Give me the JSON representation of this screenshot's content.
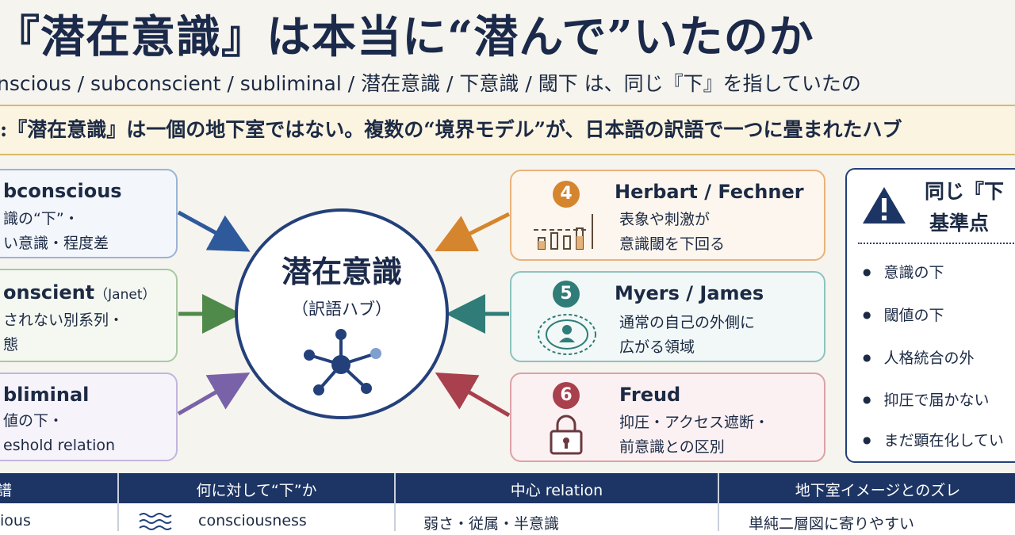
{
  "title": "『潜在意識』は本当に“潜んで”いたのか",
  "subtitle": "nscious / subconscient / subliminal / 潜在意識 / 下意識 / 閾下 は、同じ『下』を指していたの",
  "banner": ":『潜在意識』は一個の地下室ではない。複数の“境界モデル”が、日本語の訳語で一つに畳まれたハブ",
  "hub": {
    "title": "潜在意識",
    "subtitle": "（訳語ハブ）"
  },
  "left_cards": [
    {
      "title": "bconscious",
      "title_note": "",
      "desc": "識の“下”・\nい意識・程度差",
      "color": "#2e5a9c"
    },
    {
      "title": "onscient",
      "title_note": "（Janet）",
      "desc": "されない別系列・\n態",
      "color": "#4f8a4a"
    },
    {
      "title": "bliminal",
      "title_note": "",
      "desc": "値の下・\neshold relation",
      "color": "#7a62a8"
    }
  ],
  "right_cards": [
    {
      "number": "4",
      "title": "Herbart / Fechner",
      "desc": "表象や刺激が\n意識閾を下回る",
      "color": "#d5852e",
      "icon": "threshold-bars-icon"
    },
    {
      "number": "5",
      "title": "Myers / James",
      "desc": "通常の自己の外側に\n広がる領域",
      "color": "#2f7c78",
      "icon": "person-radiating-icon"
    },
    {
      "number": "6",
      "title": "Freud",
      "desc": "抑圧・アクセス遮断・\n前意識との区別",
      "color": "#a8404d",
      "icon": "padlock-icon"
    }
  ],
  "sidebar": {
    "heading_line1": "同じ『下",
    "heading_line2": "基準点",
    "icon": "warning-icon",
    "items": [
      "意識の下",
      "閾値の下",
      "人格統合の外",
      "抑圧で届かない",
      "まだ顕在化してい"
    ]
  },
  "table": {
    "headers": [
      "譜",
      "何に対して“下”か",
      "中心 relation",
      "地下室イメージとのズレ"
    ],
    "row": [
      "ious",
      "consciousness",
      "弱さ・従属・半意識",
      "単純二層図に寄りやすい"
    ],
    "row_icon": "wave-lines-icon"
  },
  "colors": {
    "navy": "#1d3564",
    "gold": "#d8b86a",
    "blue": "#2e5a9c",
    "green": "#4f8a4a",
    "purple": "#7a62a8",
    "orange": "#d5852e",
    "teal": "#2f7c78",
    "crimson": "#a8404d"
  }
}
